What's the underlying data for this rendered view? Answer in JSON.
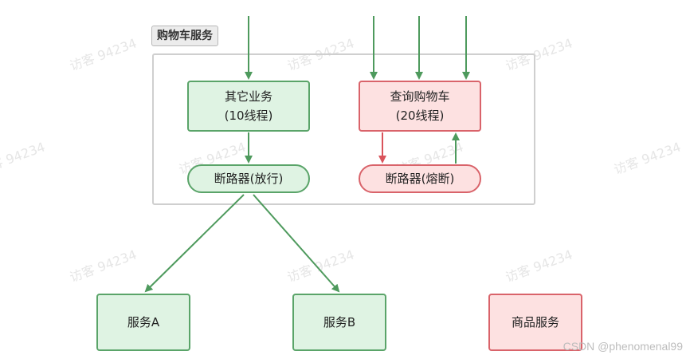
{
  "group": {
    "label": "购物车服务"
  },
  "nodes": {
    "other_business": {
      "line1": "其它业务",
      "line2": "(10线程)"
    },
    "query_cart": {
      "line1": "查询购物车",
      "line2": "(20线程)"
    },
    "breaker_release": {
      "label": "断路器(放行)"
    },
    "breaker_fuse": {
      "label": "断路器(熔断)"
    },
    "service_a": {
      "label": "服务A"
    },
    "service_b": {
      "label": "服务B"
    },
    "product_service": {
      "label": "商品服务"
    }
  },
  "watermark": {
    "text": "访客 94234"
  },
  "credit": {
    "text": "CSDN @phenomenal99"
  },
  "colors": {
    "green_fill": "#dff3e3",
    "green_border": "#5aa469",
    "red_fill": "#fde1e1",
    "red_border": "#d9636a",
    "green_arrow": "#4e9a5d",
    "red_arrow": "#d9535b"
  }
}
